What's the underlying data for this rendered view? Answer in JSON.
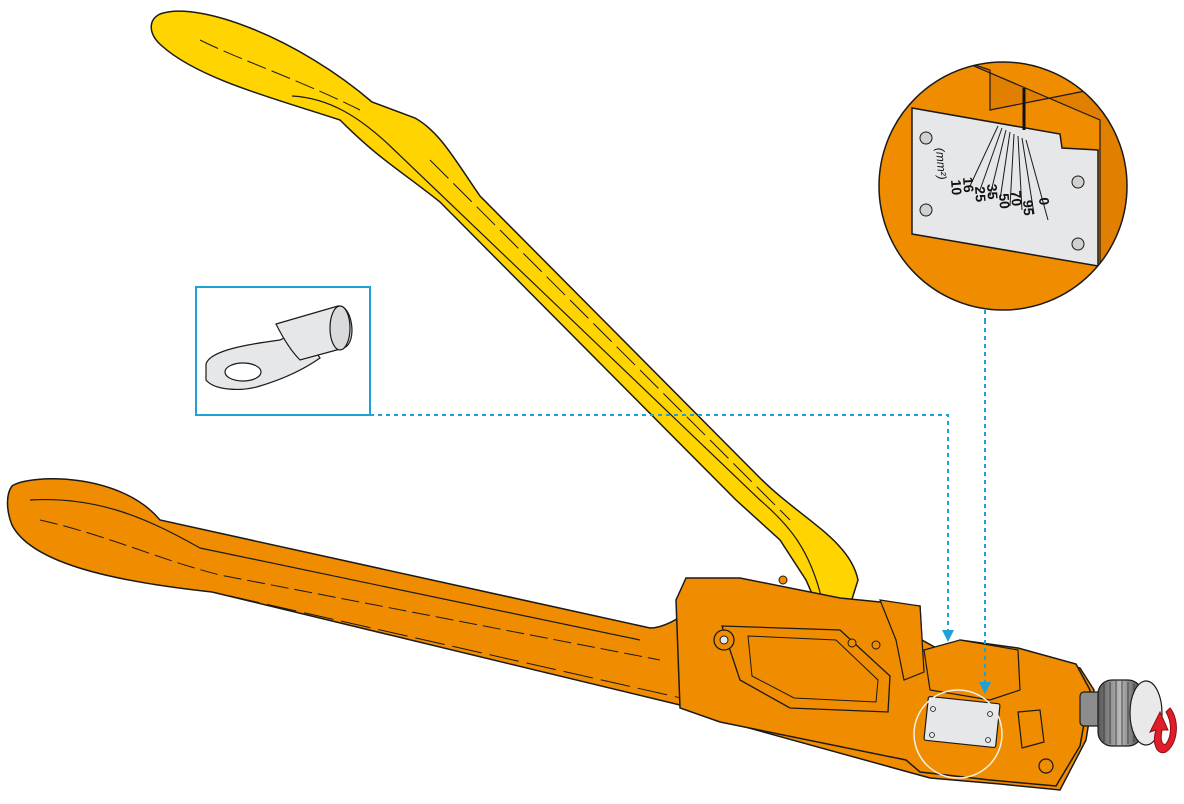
{
  "colors": {
    "upper_handle": "#ffd400",
    "lower_handle": "#f08c00",
    "outline": "#1a1a1a",
    "callout_line": "#1ea1d6",
    "metal_plate": "#e6e7e9",
    "rotation_arrow": "#e01e2a",
    "zoom_ring": "#f5f0e6"
  },
  "icons": {
    "lug": "cable-lug-icon",
    "knob": "knurled-knob-icon",
    "rotate": "rotate-arrow-icon"
  },
  "scale": {
    "unit": "(mm²)",
    "ticks": [
      "10",
      "16",
      "25",
      "35",
      "50",
      "70",
      "95",
      "0"
    ]
  }
}
